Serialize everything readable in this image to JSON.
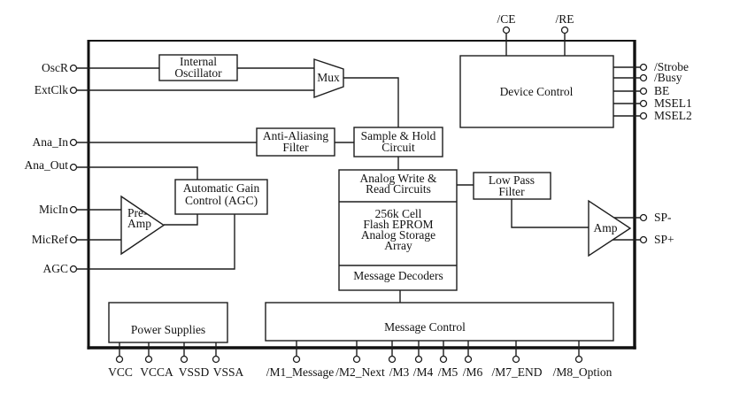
{
  "diagram_type": "ic-functional-block-diagram",
  "colors": {
    "background": "#ffffff",
    "line": "#1d1d1d",
    "text": "#121212"
  },
  "pins": {
    "left": [
      "OscR",
      "ExtClk",
      "Ana_In",
      "Ana_Out",
      "MicIn",
      "MicRef",
      "AGC"
    ],
    "top": [
      "/CE",
      "/RE"
    ],
    "right": [
      "/Strobe",
      "/Busy",
      "BE",
      "MSEL1",
      "MSEL2"
    ],
    "speaker": [
      "SP-",
      "SP+"
    ],
    "power": [
      "VCC",
      "VCCA",
      "VSSD",
      "VSSA"
    ],
    "message": [
      "/M1_Message",
      "/M2_Next",
      "/M3",
      "/M4",
      "/M5",
      "/M6",
      "/M7_END",
      "/M8_Option"
    ]
  },
  "blocks": {
    "internal_oscillator": [
      "Internal",
      "Oscillator"
    ],
    "mux": "Mux",
    "anti_aliasing_filter": [
      "Anti-Aliasing",
      "Filter"
    ],
    "sample_hold": [
      "Sample & Hold",
      "Circuit"
    ],
    "device_control": "Device Control",
    "agc": [
      "Automatic Gain",
      "Control (AGC)"
    ],
    "pre_amp": [
      "Pre-",
      "Amp"
    ],
    "analog_write_read": [
      "Analog Write &",
      "Read Circuits"
    ],
    "storage_array": [
      "256k Cell",
      "Flash EPROM",
      "Analog Storage",
      "Array"
    ],
    "message_decoders": "Message Decoders",
    "low_pass_filter": [
      "Low Pass",
      "Filter"
    ],
    "amp": "Amp",
    "power_supplies": "Power Supplies",
    "message_control": "Message Control"
  }
}
